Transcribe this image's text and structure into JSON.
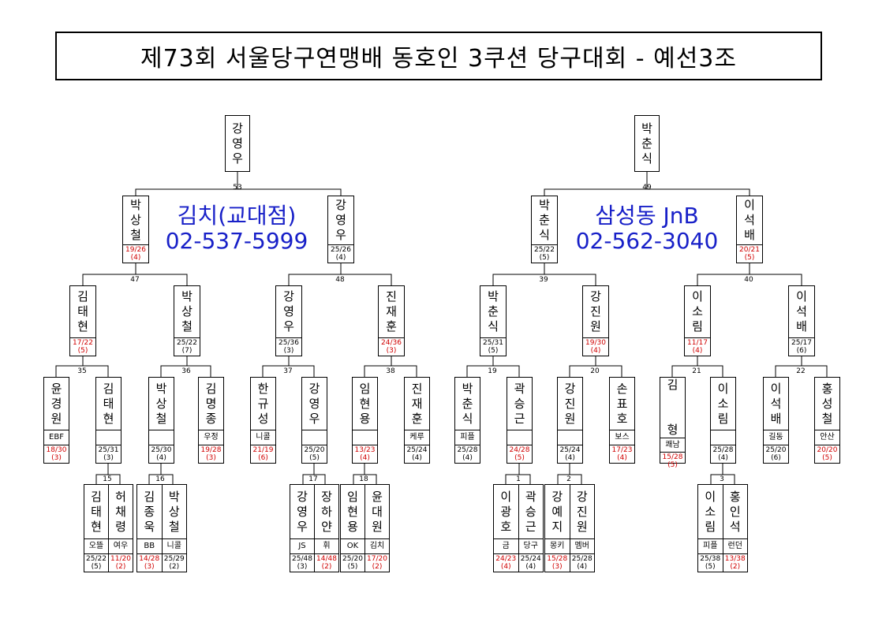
{
  "title": "제73회 서울당구연맹배 동호인 3쿠션 당구대회 - 예선3조",
  "sponsors": [
    {
      "name": "김치(교대점)",
      "phone": "02-537-5999"
    },
    {
      "name": "삼성동 JnB",
      "phone": "02-562-3040"
    }
  ],
  "match_numbers": {
    "m53": "53",
    "m49": "49",
    "m47": "47",
    "m48": "48",
    "m39": "39",
    "m40": "40",
    "m35": "35",
    "m36": "36",
    "m37": "37",
    "m38": "38",
    "m19": "19",
    "m20": "20",
    "m21": "21",
    "m22": "22",
    "m15": "15",
    "m16": "16",
    "m17": "17",
    "m18": "18",
    "m1": "1",
    "m2": "2",
    "m3": "3"
  },
  "players": {
    "r4a": {
      "name": "강영우"
    },
    "r4b": {
      "name": "박춘식"
    },
    "r3a": {
      "name": "박상철",
      "score": "19/26",
      "inn": "(4)"
    },
    "r3b": {
      "name": "강영우",
      "score": "25/26",
      "inn": "(4)"
    },
    "r3c": {
      "name": "박춘식",
      "score": "25/22",
      "inn": "(5)"
    },
    "r3d": {
      "name": "이석배",
      "score": "20/21",
      "inn": "(5)"
    },
    "r2a": {
      "name": "김태현",
      "score": "17/22",
      "inn": "(5)"
    },
    "r2b": {
      "name": "박상철",
      "score": "25/22",
      "inn": "(7)"
    },
    "r2c": {
      "name": "강영우",
      "score": "25/36",
      "inn": "(3)"
    },
    "r2d": {
      "name": "진재훈",
      "score": "24/36",
      "inn": "(3)"
    },
    "r2e": {
      "name": "박춘식",
      "score": "25/31",
      "inn": "(5)"
    },
    "r2f": {
      "name": "강진원",
      "score": "19/30",
      "inn": "(4)"
    },
    "r2g": {
      "name": "이소림",
      "score": "11/17",
      "inn": "(4)"
    },
    "r2h": {
      "name": "이석배",
      "score": "25/17",
      "inn": "(6)"
    },
    "r1a": {
      "name": "윤경원",
      "club": "EBF",
      "score": "18/30",
      "inn": "(3)"
    },
    "r1b": {
      "name": "김태현",
      "club": "",
      "score": "25/31",
      "inn": "(3)"
    },
    "r1c": {
      "name": "박상철",
      "club": "",
      "score": "25/30",
      "inn": "(4)"
    },
    "r1d": {
      "name": "김명종",
      "club": "우정",
      "score": "19/28",
      "inn": "(3)"
    },
    "r1e": {
      "name": "한규성",
      "club": "니콜",
      "score": "21/19",
      "inn": "(6)"
    },
    "r1f": {
      "name": "강영우",
      "club": "",
      "score": "25/20",
      "inn": "(5)"
    },
    "r1g": {
      "name": "임현용",
      "club": "",
      "score": "13/23",
      "inn": "(4)"
    },
    "r1h": {
      "name": "진재훈",
      "club": "케루",
      "score": "25/24",
      "inn": "(4)"
    },
    "r1i": {
      "name": "박춘식",
      "club": "피플",
      "score": "25/28",
      "inn": "(4)"
    },
    "r1j": {
      "name": "곽승근",
      "club": "",
      "score": "24/28",
      "inn": "(5)"
    },
    "r1k": {
      "name": "강진원",
      "club": "",
      "score": "25/24",
      "inn": "(4)"
    },
    "r1l": {
      "name": "손표호",
      "club": "보스",
      "score": "17/23",
      "inn": "(4)"
    },
    "r1m": {
      "name": "김  형",
      "club": "쾌남",
      "score": "15/28",
      "inn": "(5)"
    },
    "r1n": {
      "name": "이소림",
      "club": "",
      "score": "25/28",
      "inn": "(4)"
    },
    "r1o": {
      "name": "이석배",
      "club": "길동",
      "score": "25/20",
      "inn": "(6)"
    },
    "r1p": {
      "name": "홍성철",
      "club": "안산",
      "score": "20/20",
      "inn": "(5)"
    },
    "r0a1": {
      "name": "김태현",
      "club": "오뜰",
      "score": "25/22",
      "inn": "(5)"
    },
    "r0a2": {
      "name": "허채령",
      "club": "여우",
      "score": "11/20",
      "inn": "(2)"
    },
    "r0b1": {
      "name": "김종욱",
      "club": "BB",
      "score": "14/28",
      "inn": "(3)"
    },
    "r0b2": {
      "name": "박상철",
      "club": "니콜",
      "score": "25/29",
      "inn": "(2)"
    },
    "r0c1": {
      "name": "강영우",
      "club": "JS",
      "score": "25/48",
      "inn": "(3)"
    },
    "r0c2": {
      "name": "장하얀",
      "club": "휘",
      "score": "14/48",
      "inn": "(2)"
    },
    "r0d1": {
      "name": "임현용",
      "club": "OK",
      "score": "25/20",
      "inn": "(5)"
    },
    "r0d2": {
      "name": "윤대원",
      "club": "김치",
      "score": "17/20",
      "inn": "(2)"
    },
    "r0e1": {
      "name": "이광호",
      "club": "금",
      "score": "24/23",
      "inn": "(4)"
    },
    "r0e2": {
      "name": "곽승근",
      "club": "당구",
      "score": "25/24",
      "inn": "(4)"
    },
    "r0f1": {
      "name": "강예지",
      "club": "몽키",
      "score": "15/28",
      "inn": "(3)"
    },
    "r0f2": {
      "name": "강진원",
      "club": "멤버",
      "score": "25/28",
      "inn": "(4)"
    },
    "r0g1": {
      "name": "이소림",
      "club": "피플",
      "score": "25/38",
      "inn": "(5)"
    },
    "r0g2": {
      "name": "홍인석",
      "club": "런던",
      "score": "13/38",
      "inn": "(2)"
    }
  },
  "colors": {
    "sponsor": "#1820c8",
    "loser_score": "#d00000",
    "line": "#000000"
  }
}
